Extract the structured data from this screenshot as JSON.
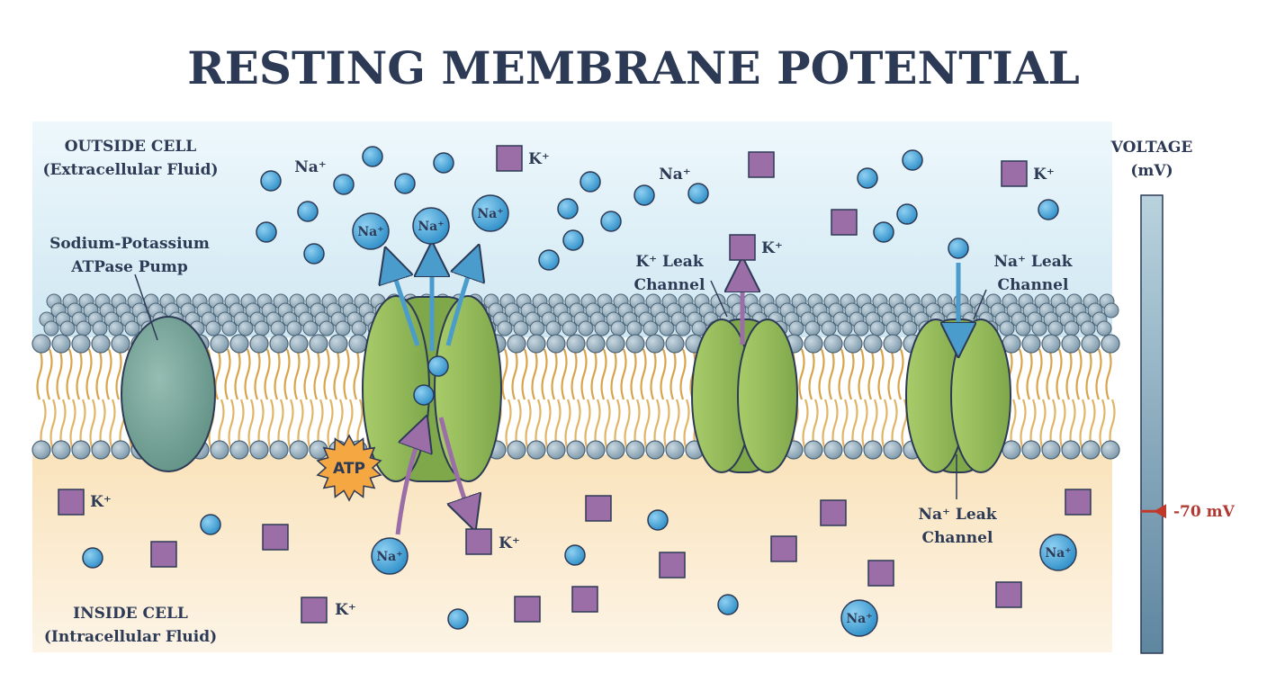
{
  "title": "RESTING MEMBRANE POTENTIAL",
  "regions": {
    "outside_line1": "OUTSIDE CELL",
    "outside_line2": "(Extracellular Fluid)",
    "inside_line1": "INSIDE CELL",
    "inside_line2": "(Intracellular Fluid)"
  },
  "proteins": {
    "pump_line1": "Sodium-Potassium",
    "pump_line2": "ATPase Pump",
    "k_leak_line1": "K⁺ Leak",
    "k_leak_line2": "Channel",
    "na_leak_top_line1": "Na⁺ Leak",
    "na_leak_top_line2": "Channel",
    "na_leak_bottom_line1": "Na⁺ Leak",
    "na_leak_bottom_line2": "Channel"
  },
  "ions": {
    "na": "Na⁺",
    "k": "K⁺",
    "na_circle": "Na⁺",
    "atp": "ATP"
  },
  "voltage": {
    "label_line1": "VOLTAGE",
    "label_line2": "(mV)",
    "value": "-70 mV",
    "marker_fraction": 0.69
  },
  "colors": {
    "title": "#2d3a55",
    "sodium": "#4aa3d8",
    "potassium": "#9b6ea8",
    "channel": "#8db555",
    "pump_body": "#7aa59a",
    "lipid_head": "#9fb6c4",
    "lipid_tail": "#e0b566",
    "atp": "#f5a742",
    "voltage_marker": "#c0392b",
    "outside_fluid": "#d9eef6",
    "inside_fluid": "#fbe7c4"
  }
}
